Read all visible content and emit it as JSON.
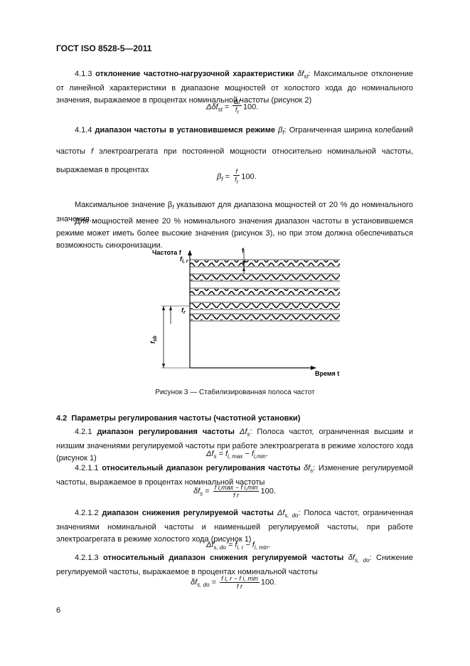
{
  "header": "ГОСТ ISO 8528-5—2011",
  "s413": {
    "num": "4.1.3",
    "term": "отклонение частотно-нагрузочной характеристики",
    "sym": "δf",
    "sub": "st",
    "rest": ": Максимальное отклонение от линейной характеристики в диапазоне мощностей от холостого хода до номинального значения, выражаемое в процентах номинальной частоты (рисунок 2)",
    "eq_lhs": "Δδf",
    "eq_lhs_sub": "st",
    "eq_num": "Δf",
    "eq_den": "f",
    "eq_den_sub": "r",
    "eq_tail": "100."
  },
  "s414": {
    "num": "4.1.4",
    "term": "диапазон частоты в установившемся режиме",
    "sym": "β",
    "sub": "f",
    "rest1": ": Ограниченная ширина колебаний частоты",
    "rest2": "электроагрегата при постоянной мощности относительно номинальной частоты, выражаемая в процентах",
    "hat_f": "f",
    "eq_lhs": "β",
    "eq_lhs_sub": "f",
    "eq_num": "f",
    "eq_den": "f",
    "eq_den_sub": "r",
    "eq_tail": "100."
  },
  "p_max": "Максимальное значение β",
  "p_max_sub": "f",
  "p_max_rest": " указывают для диапазона мощностей от 20 % до номинального значения.",
  "p_less20": "Для мощностей менее 20 % номинального значения диапазон частоты в установившемся режиме может иметь более высокие значения (рисунок 3), но при этом должна обеспечиваться возможность синхронизации.",
  "figure": {
    "y_axis_label": "Частота f",
    "x_axis_label": "Время t",
    "label_fir": "f",
    "label_fir_sub": "i, r",
    "label_fr": "f",
    "label_fr_sub": "r",
    "label_fsb": "f",
    "label_fsb_sub": "sb",
    "caption": "Рисунок 3 — Стабилизированная полоса частот"
  },
  "s42": {
    "num": "4.2",
    "title": "Параметры регулирования частоты (частотной установки)"
  },
  "s421": {
    "num": "4.2.1",
    "term": "диапазон регулирования частоты",
    "sym": "Δf",
    "sub": "s",
    "rest": ": Полоса частот, ограниченная высшим и низшим значениями регулируемой частоты при работе электроагрегата в режиме холостого хода (рисунок 1)",
    "eq": "Δf",
    "eq_sub": "s",
    "eq_rhs": " = f",
    "eq_rhs_sub1": "i, max",
    "eq_mid": " − f",
    "eq_rhs_sub2": "i,min",
    "eq_end": "."
  },
  "s4211": {
    "num": "4.2.1.1",
    "term": "относительный диапазон регулирования частоты",
    "sym": "δf",
    "sub": "s",
    "rest": ": Изменение регулируемой частоты, выражаемое в процентах номинальной частоты",
    "eq_lhs": "δf",
    "eq_lhs_sub": "s",
    "eq_num": "f i,max − f i,min",
    "eq_den": "f r",
    "eq_tail": "100."
  },
  "s4212": {
    "num": "4.2.1.2",
    "term": "диапазон снижения регулируемой частоты",
    "sym": "Δf",
    "sub": "s, do",
    "rest": ": Полоса частот, ограниченная значениями номинальной частоты и наименьшей регулируемой частоты, при работе электроагрегата в режиме холостого хода (рисунок 1)",
    "eq": "Δf",
    "eq_sub": "s, do",
    "eq_rhs": " = f",
    "eq_rhs_sub1": "i, r",
    "eq_mid": " − f",
    "eq_rhs_sub2": "i, min",
    "eq_end": "."
  },
  "s4213": {
    "num": "4.2.1.3",
    "term": "относительный диапазон снижения регулируемой частоты",
    "sym": "δf",
    "sub": "s, do",
    "rest": ": Снижение регулируемой частоты, выражаемое в процентах номинальной частоты",
    "eq_lhs": "δf",
    "eq_lhs_sub": "s, do",
    "eq_num": "f i, r − f i, min",
    "eq_den": "f r",
    "eq_tail": "100."
  },
  "page_number": "6"
}
